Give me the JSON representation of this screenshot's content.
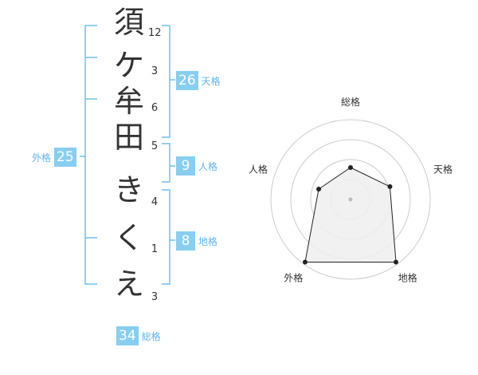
{
  "name_chars": [
    {
      "char": "須",
      "strokes": "12"
    },
    {
      "char": "ケ",
      "strokes": "3"
    },
    {
      "char": "牟",
      "strokes": "6"
    },
    {
      "char": "田",
      "strokes": "5"
    },
    {
      "char": "き",
      "strokes": "4"
    },
    {
      "char": "く",
      "strokes": "1"
    },
    {
      "char": "え",
      "strokes": "3"
    }
  ],
  "kakusu": {
    "tenkaku": {
      "value": "26",
      "label": "天格"
    },
    "jinkaku": {
      "value": "9",
      "label": "人格"
    },
    "chikaku": {
      "value": "8",
      "label": "地格"
    },
    "gaikaku": {
      "value": "25",
      "label": "外格"
    },
    "soukaku": {
      "value": "34",
      "label": "総格"
    }
  },
  "radar": {
    "axes": [
      "総格",
      "天格",
      "地格",
      "外格",
      "人格"
    ],
    "values": [
      0.4,
      0.52,
      0.97,
      0.97,
      0.42
    ],
    "colors": {
      "fill": "#eeeeee",
      "stroke": "#222222",
      "grid": "#cccccc"
    }
  },
  "colors": {
    "accent": "#87cef0",
    "bracket": "#6cc0ee"
  }
}
